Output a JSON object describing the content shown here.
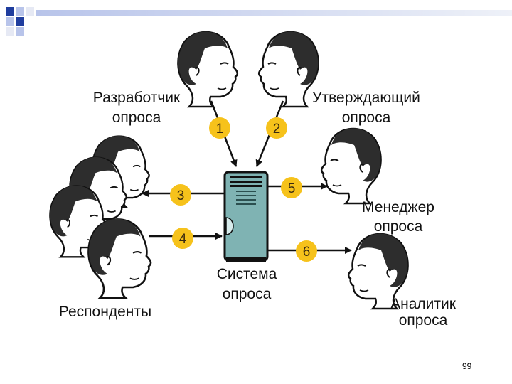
{
  "slide": {
    "page_number": "99",
    "accent_dark": "#1f3d9e",
    "accent_light": "#b8c4ea"
  },
  "diagram": {
    "system": {
      "label_line1": "Система",
      "label_line2": "опроса",
      "icon": "server-tower-icon",
      "color": "#7fb3b3"
    },
    "actors": {
      "developer": {
        "line1": "Разработчик",
        "line2": "опроса"
      },
      "approver": {
        "line1": "Утверждающий",
        "line2": "опроса"
      },
      "manager": {
        "line1": "Менеджер",
        "line2": "опроса"
      },
      "analyst": {
        "line1": "Аналитик",
        "line2": "опроса"
      },
      "respondents": {
        "line1": "Респонденты"
      }
    },
    "flows": [
      "1",
      "2",
      "3",
      "4",
      "5",
      "6"
    ],
    "badge_color": "#f6c21b",
    "person_icon": "person-head-silhouette-icon"
  }
}
